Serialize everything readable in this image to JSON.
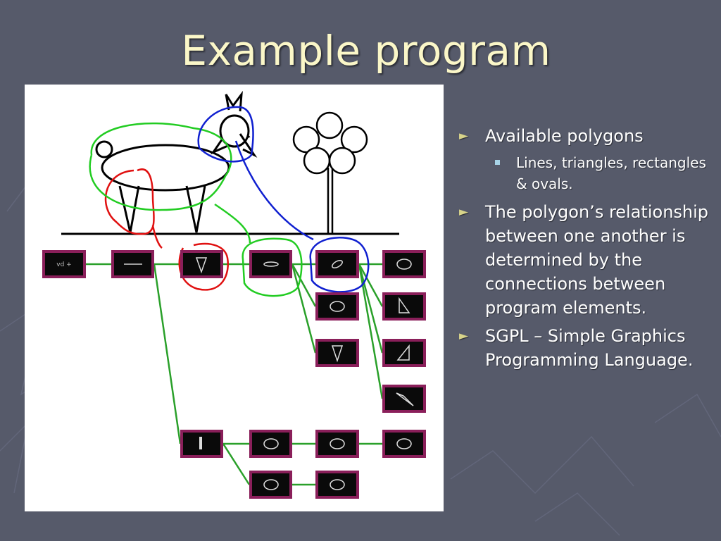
{
  "slide": {
    "title": "Example program"
  },
  "bullets": [
    {
      "text": "Available polygons",
      "sub": [
        "Lines, triangles, rectangles & ovals."
      ]
    },
    {
      "text": "The polygon’s relationship between one another is determined by the connections between program elements.",
      "sub": []
    },
    {
      "text": "SGPL – Simple Graphics Programming Language.",
      "sub": []
    }
  ],
  "colors": {
    "background": "#565a6a",
    "title": "#fbf7c8",
    "node_border": "#8a1f5a",
    "node_fill": "#0a0a0a",
    "wire": "#2aa02a",
    "circle_red": "#e01010",
    "circle_green": "#22cc22",
    "circle_blue": "#1020d0"
  },
  "figure": {
    "scene": [
      "horse",
      "tree",
      "ground-line"
    ],
    "nodes": [
      {
        "id": "n1",
        "glyph": "val"
      },
      {
        "id": "n2",
        "glyph": "line"
      },
      {
        "id": "n3",
        "glyph": "triangle-down"
      },
      {
        "id": "n4",
        "glyph": "oval-flat"
      },
      {
        "id": "n5",
        "glyph": "oval-tilted"
      },
      {
        "id": "n6",
        "glyph": "oval"
      },
      {
        "id": "n7",
        "glyph": "oval"
      },
      {
        "id": "n8",
        "glyph": "triangle-right"
      },
      {
        "id": "n9",
        "glyph": "triangle-down"
      },
      {
        "id": "n10",
        "glyph": "triangle-left"
      },
      {
        "id": "n11",
        "glyph": "triangle-tilted"
      },
      {
        "id": "n12",
        "glyph": "bar-vertical"
      },
      {
        "id": "n13",
        "glyph": "oval"
      },
      {
        "id": "n14",
        "glyph": "oval"
      },
      {
        "id": "n15",
        "glyph": "oval"
      },
      {
        "id": "n16",
        "glyph": "oval"
      },
      {
        "id": "n17",
        "glyph": "oval"
      }
    ]
  }
}
